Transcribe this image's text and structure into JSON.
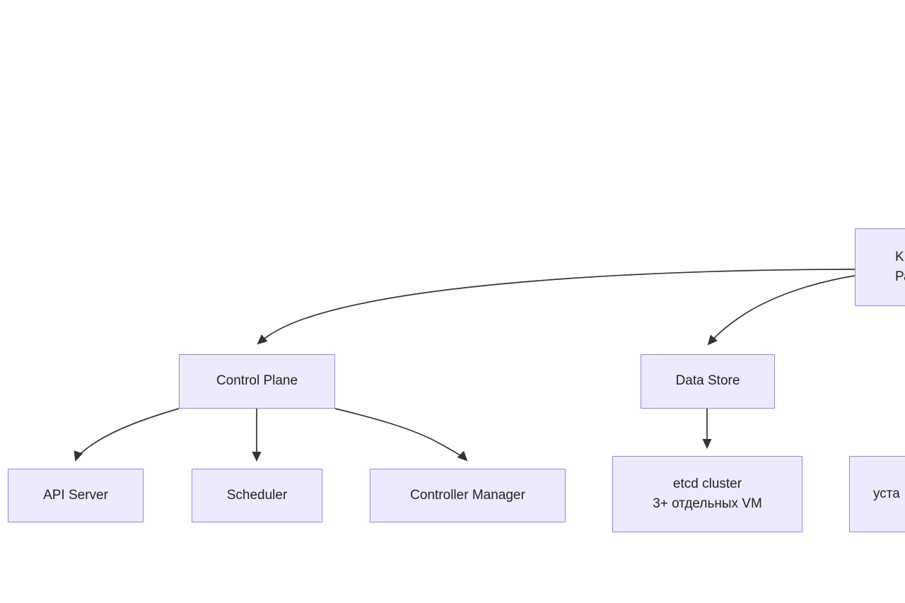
{
  "diagram": {
    "type": "flowchart",
    "direction": "top-down",
    "background": "#ffffff",
    "node_fill": "#ecebfd",
    "node_border": "#9586e0",
    "edge_color": "#333333",
    "text_color": "#1f2020",
    "nodes": [
      {
        "id": "cluster-topology",
        "lines": [
          "K",
          "Раз"
        ],
        "clipped": true,
        "note": "cut off by right edge of screenshot"
      },
      {
        "id": "control-plane",
        "lines": [
          "Control Plane"
        ],
        "clipped": false
      },
      {
        "id": "data-store",
        "lines": [
          "Data Store"
        ],
        "clipped": false
      },
      {
        "id": "api-server",
        "lines": [
          "API Server"
        ],
        "clipped": false
      },
      {
        "id": "scheduler",
        "lines": [
          "Scheduler"
        ],
        "clipped": false
      },
      {
        "id": "controller-manager",
        "lines": [
          "Controller Manager"
        ],
        "clipped": false
      },
      {
        "id": "etcd-cluster",
        "lines": [
          "etcd cluster",
          "3+ отдельных VM"
        ],
        "clipped": false
      },
      {
        "id": "install-target",
        "lines": [
          "уста"
        ],
        "clipped": true,
        "note": "cut off by right edge of screenshot"
      }
    ],
    "edges": [
      {
        "from": "cluster-topology",
        "to": "control-plane",
        "style": "curved",
        "arrow": "end"
      },
      {
        "from": "cluster-topology",
        "to": "data-store",
        "style": "curved",
        "arrow": "end"
      },
      {
        "from": "control-plane",
        "to": "api-server",
        "style": "curved",
        "arrow": "end"
      },
      {
        "from": "control-plane",
        "to": "scheduler",
        "style": "straight",
        "arrow": "end"
      },
      {
        "from": "control-plane",
        "to": "controller-manager",
        "style": "curved",
        "arrow": "end"
      },
      {
        "from": "data-store",
        "to": "etcd-cluster",
        "style": "straight",
        "arrow": "end"
      },
      {
        "from": "cluster-topology",
        "to": "install-target",
        "style": "clipped",
        "arrow": "end"
      }
    ]
  }
}
